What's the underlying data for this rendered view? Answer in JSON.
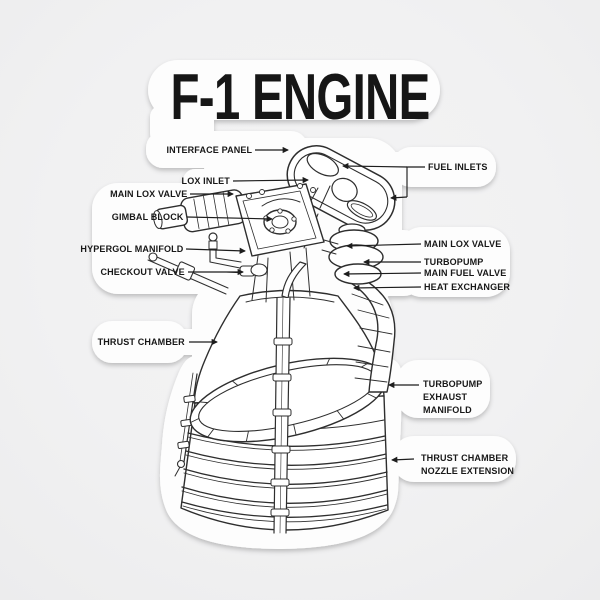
{
  "product": {
    "title": "F-1 ENGINE",
    "type_note": "die-cut sticker with labeled rocket engine line diagram"
  },
  "labels": {
    "interface_panel": "INTERFACE PANEL",
    "fuel_inlets": "FUEL INLETS",
    "lox_inlet": "LOX INLET",
    "main_lox_valve_left": "MAIN LOX VALVE",
    "gimbal_block": "GIMBAL BLOCK",
    "hypergol_manifold": "HYPERGOL MANIFOLD",
    "checkout_valve": "CHECKOUT VALVE",
    "main_lox_valve_right": "MAIN LOX VALVE",
    "turbopump": "TURBOPUMP",
    "main_fuel_valve": "MAIN FUEL VALVE",
    "heat_exchanger": "HEAT EXCHANGER",
    "thrust_chamber": "THRUST CHAMBER",
    "turbopump_exhaust_manifold": "TURBOPUMP\nEXHAUST\nMANIFOLD",
    "thrust_chamber_nozzle_extension": "THRUST CHAMBER\nNOZZLE EXTENSION"
  },
  "colors": {
    "background": "#f1f1f2",
    "sticker": "#fdfdfd",
    "line_art": "#2e2e2e",
    "text": "#171717"
  }
}
